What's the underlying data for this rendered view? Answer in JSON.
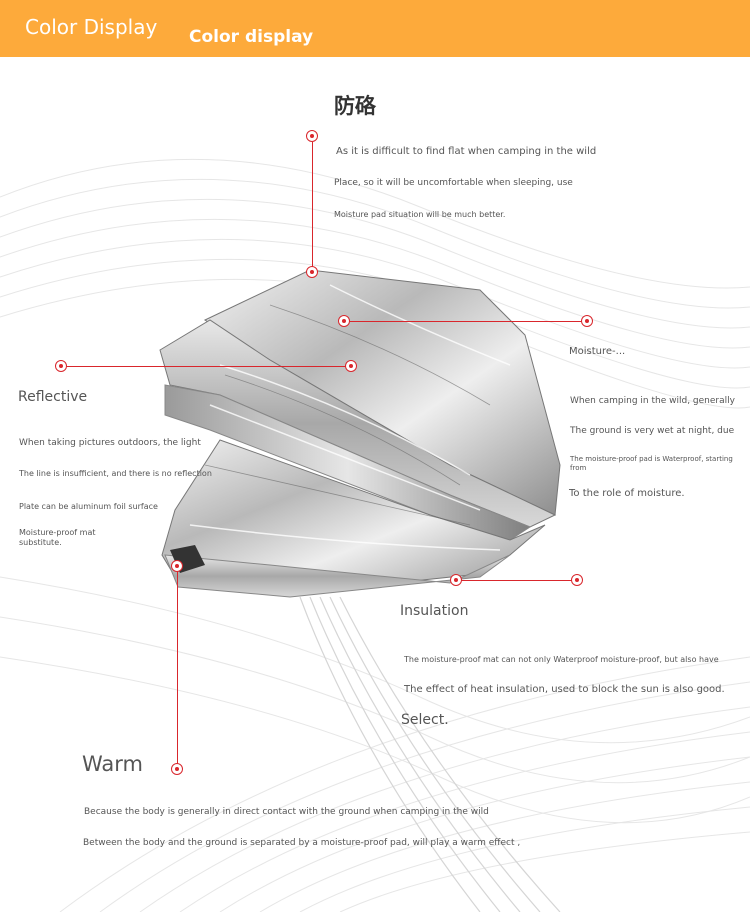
{
  "header": {
    "title_left": "Color Display",
    "title_right": "Color display"
  },
  "title": "防硌",
  "top_desc": [
    "As it is difficult to find flat when camping in the wild",
    "Place, so it will be uncomfortable when sleeping, use",
    "Moisture pad situation will be much better."
  ],
  "right_section": {
    "label": "Moisture-...",
    "lines": [
      "When camping in the wild, generally",
      "The ground is very wet at night, due",
      "The moisture-proof pad is Waterproof, starting from",
      "To the role of moisture."
    ]
  },
  "left_section": {
    "label": "Reflective",
    "lines": [
      "When taking pictures outdoors, the light",
      "The line is insufficient, and there is no reflection",
      "Plate can be aluminum foil surface",
      "Moisture-proof mat",
      "substitute."
    ]
  },
  "insulation_section": {
    "label": "Insulation",
    "lines": [
      "The moisture-proof mat can not only Waterproof moisture-proof, but also have",
      "The effect of heat insulation, used to block the sun is also good.",
      "Select."
    ]
  },
  "warm_section": {
    "label": "Warm",
    "lines": [
      "Because the body is generally in direct contact with the ground when camping in the wild",
      "Between the body and the ground is separated by a moisture-proof pad, will play a warm effect ,"
    ]
  },
  "colors": {
    "header": "#fdaa3b",
    "marker": "#d9262c",
    "text": "#555555"
  }
}
